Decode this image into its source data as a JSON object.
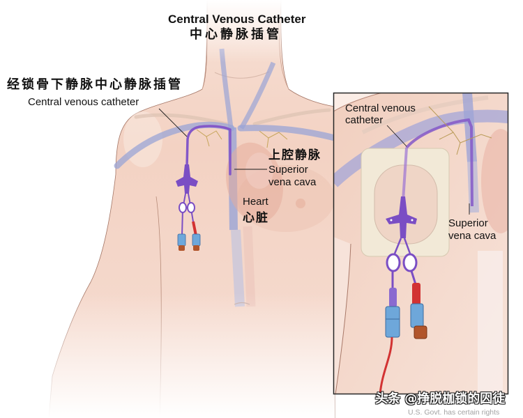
{
  "title": {
    "en": "Central Venous Catheter",
    "zh": "中心静脉插管"
  },
  "labels": {
    "catheter_main": {
      "zh": "经锁骨下静脉中心静脉插管",
      "en": "Central venous catheter"
    },
    "superior_vena_cava": {
      "zh": "上腔静脉",
      "en_line1": "Superior",
      "en_line2": "vena cava"
    },
    "heart": {
      "en": "Heart",
      "zh": "心脏"
    }
  },
  "inset": {
    "catheter": {
      "line1": "Central venous",
      "line2": "catheter"
    },
    "superior_vena_cava": {
      "line1": "Superior",
      "line2": "vena cava"
    }
  },
  "watermark": {
    "source": "头条 @挣脱枷锁的囚徒",
    "rights": "U.S. Govt. has certain rights"
  },
  "colors": {
    "skin": "#f3d4c5",
    "skin_outline": "#a47666",
    "vein": "#9aa4d6",
    "catheter": "#8458c8",
    "clamp": "#7a4ec4",
    "connector": "#6ea7da",
    "connector_edge": "#3b6b9f",
    "red_line": "#d23232",
    "cap": "#b1552b",
    "dressing": "#f2e9d7",
    "inset_border": "#262626",
    "leader_line": "#1a1a1a"
  }
}
